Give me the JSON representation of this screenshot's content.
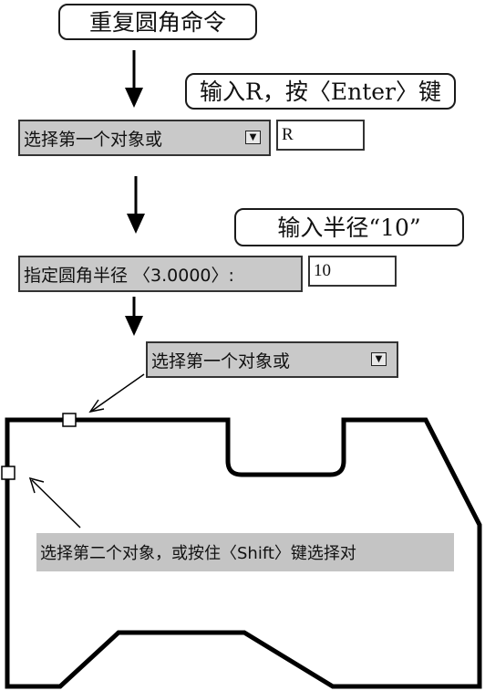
{
  "callouts": {
    "repeat_fillet": "重复圆角命令",
    "enter_r": "输入R，按〈Enter〉键",
    "enter_radius": "输入半径“10”"
  },
  "prompts": {
    "select_first_1": "选择第一个对象或",
    "specify_radius": "指定圆角半径 〈3.0000〉:",
    "select_first_2": "选择第一个对象或",
    "select_second": "选择第二个对象，或按住〈Shift〉键选择对"
  },
  "inputs": {
    "option_value": "R",
    "radius_value": "10"
  },
  "icons": {
    "dropdown": "dropdown-arrow-icon",
    "arrow": "down-arrow-icon",
    "pick": "pick-box-icon"
  }
}
